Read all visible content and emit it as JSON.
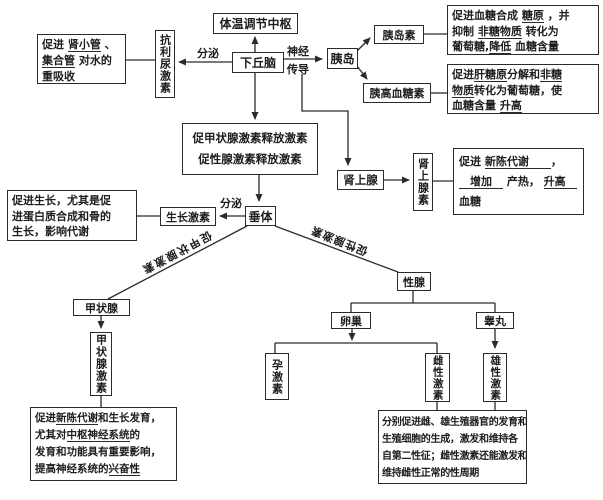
{
  "colors": {
    "ink": "#1d1d1d",
    "line": "#2b2b2b",
    "bg": "#ffffff"
  },
  "nodes": {
    "temp_center": "体温调节中枢",
    "hypothalamus": "下丘脑",
    "adh": "抗利尿激素",
    "islet": "胰岛",
    "insulin": "胰岛素",
    "glucagon": "胰高血糖素",
    "releasing_line1": "促甲状腺激素释放激素",
    "releasing_line2": "促性腺激素释放激素",
    "adrenal_gland": "肾上腺",
    "adrenaline": "肾上腺素",
    "growth_hormone": "生长激素",
    "pituitary": "垂体",
    "thyroid": "甲状腺",
    "thyroid_hormone": "甲状腺激素",
    "gonad": "性腺",
    "ovary": "卵巢",
    "testis": "睾丸",
    "progesterone": "孕激素",
    "estrogen": "雌性激素",
    "androgen": "雄性激素"
  },
  "labels": {
    "secrete_top": "分泌",
    "neural_1": "神经",
    "neural_2": "传导",
    "secrete_mid": "分泌",
    "tsh_diagonal": "促甲状腺激素",
    "gth_diagonal": "促性腺激素"
  },
  "effects": {
    "adh": [
      [
        {
          "t": "促进 "
        },
        {
          "u": "肾小管"
        },
        {
          "t": " 、"
        }
      ],
      [
        {
          "u": "集合管"
        },
        {
          "t": " 对水的"
        }
      ],
      [
        {
          "t": "重吸收"
        }
      ]
    ],
    "insulin": [
      [
        {
          "t": "促进血糖合成 "
        },
        {
          "u": "糖原"
        },
        {
          "t": " ，并"
        }
      ],
      [
        {
          "t": "抑制 "
        },
        {
          "u": "非糖物质"
        },
        {
          "t": " 转化为"
        }
      ],
      [
        {
          "t": "葡萄糖,"
        },
        {
          "u": "降低"
        },
        {
          "t": " 血糖含量"
        }
      ]
    ],
    "glucagon": [
      [
        {
          "t": "促进"
        },
        {
          "u": "肝糖原"
        },
        {
          "t": "分解和"
        },
        {
          "u": "非糖"
        }
      ],
      [
        {
          "u": "物质"
        },
        {
          "t": "转化为葡萄糖，使"
        }
      ],
      [
        {
          "t": "血糖含量 "
        },
        {
          "u": "升高"
        }
      ]
    ],
    "adrenaline": [
      [
        {
          "t": "促进 "
        },
        {
          "u": "新陈代谢　　"
        },
        {
          "t": "，"
        }
      ],
      [
        {
          "u": "　增加　"
        },
        {
          "t": " 产热， "
        },
        {
          "u": "升高　"
        }
      ],
      [
        {
          "t": "血糖"
        }
      ]
    ],
    "growth": [
      [
        {
          "t": "促进生长，尤其是促"
        }
      ],
      [
        {
          "t": "进蛋白质合成和骨的"
        }
      ],
      [
        {
          "t": "生长，影响代谢"
        }
      ]
    ],
    "thyroid": [
      [
        {
          "t": "促进"
        },
        {
          "u": "新陈代谢"
        },
        {
          "t": "和生长发育，"
        }
      ],
      [
        {
          "t": "尤其对"
        },
        {
          "u": "中枢神经系统"
        },
        {
          "t": "的"
        }
      ],
      [
        {
          "t": "发育和功能具有重要影响，"
        }
      ],
      [
        {
          "t": "提高神经系统的"
        },
        {
          "u": "兴奋性"
        }
      ]
    ],
    "sex": [
      [
        {
          "t": "分别促进雌、雄生殖器官的发育和"
        }
      ],
      [
        {
          "t": "生殖细胞的生成，激发和维持各"
        }
      ],
      [
        {
          "t": "自第二性征；雌性激素还能激发和"
        }
      ],
      [
        {
          "t": "维持雌性正常的性周期"
        }
      ]
    ]
  }
}
